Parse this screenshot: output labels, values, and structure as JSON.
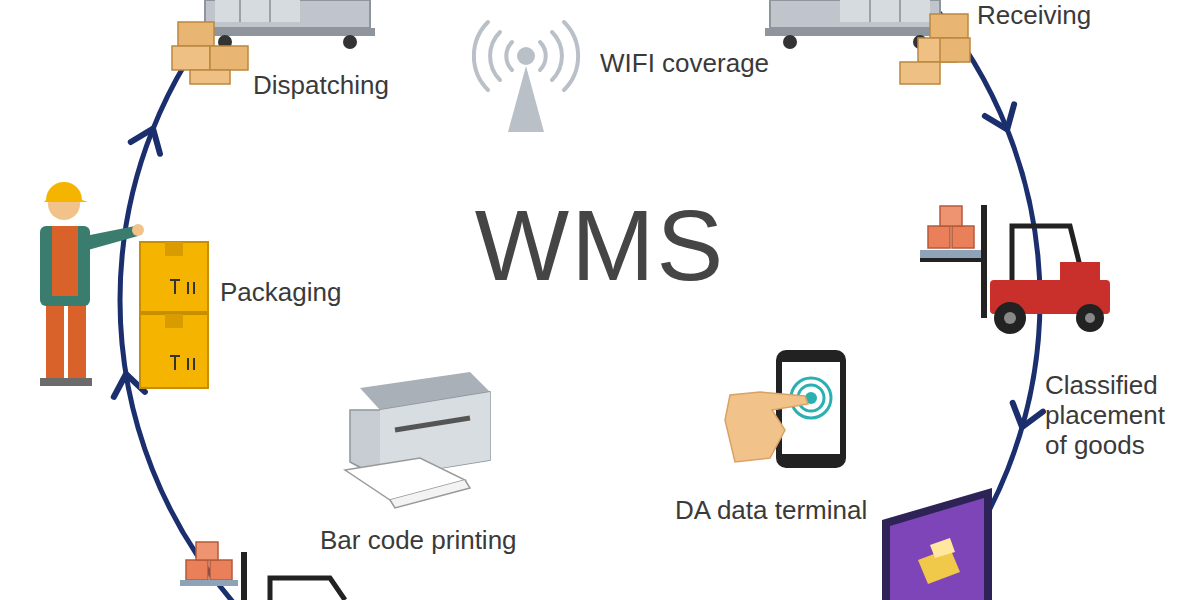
{
  "diagram": {
    "title": "WMS",
    "labels": [
      "Dispatching",
      "WIFI coverage",
      "Receiving",
      "Packaging",
      "Classified placement of goods",
      "Bar code printing",
      "DA data terminal"
    ]
  }
}
